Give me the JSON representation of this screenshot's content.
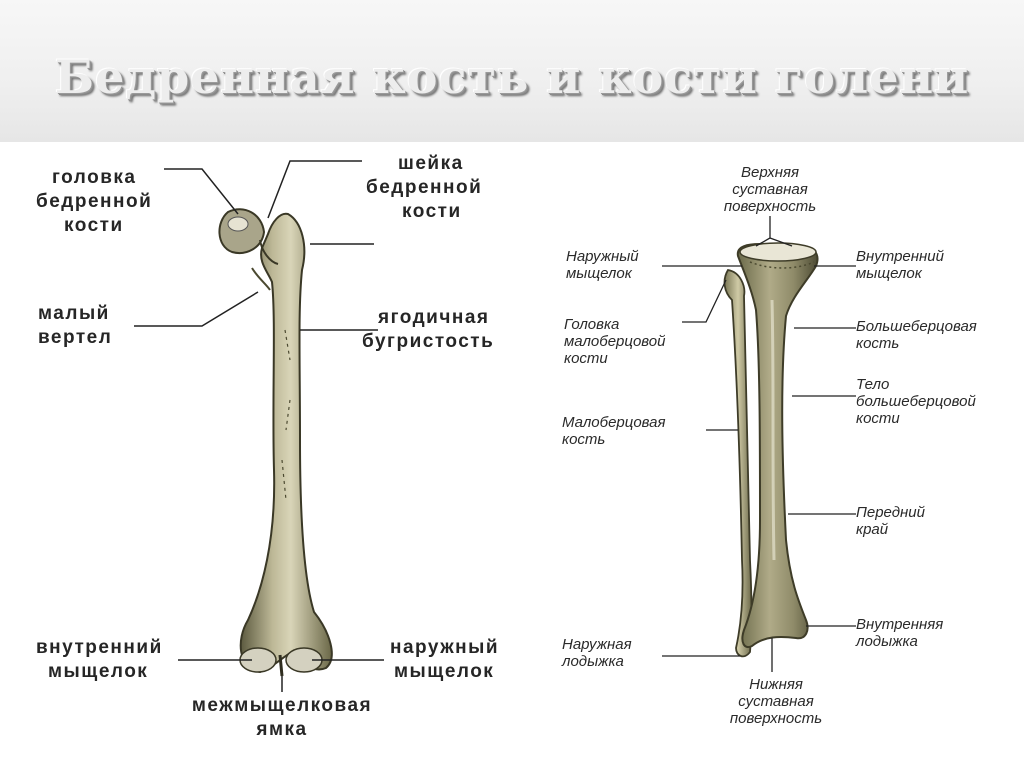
{
  "title": "Бедренная кость и кости голени",
  "femur": {
    "labels": {
      "head_l1": "головка",
      "head_l2": "бедренной",
      "head_l3": "кости",
      "neck_l1": "шейка",
      "neck_l2": "бедренной",
      "neck_l3": "кости",
      "lesser_l1": "малый",
      "lesser_l2": "вертел",
      "gluteal_l1": "ягодичная",
      "gluteal_l2": "бугристость",
      "medial_l1": "внутренний",
      "medial_l2": "мыщелок",
      "lateral_l1": "наружный",
      "lateral_l2": "мыщелок",
      "fossa_l1": "межмыщелковая",
      "fossa_l2": "ямка"
    }
  },
  "tibia": {
    "labels": {
      "upper_l1": "Верхняя",
      "upper_l2": "суставная",
      "upper_l3": "поверхность",
      "lateral_condyle_l1": "Наружный",
      "lateral_condyle_l2": "мыщелок",
      "medial_condyle_l1": "Внутренний",
      "medial_condyle_l2": "мыщелок",
      "fib_head_l1": "Головка",
      "fib_head_l2": "малоберцовой",
      "fib_head_l3": "кости",
      "tibia_l1": "Большеберцовая",
      "tibia_l2": "кость",
      "body_l1": "Тело",
      "body_l2": "большеберцовой",
      "body_l3": "кости",
      "fibula_l1": "Малоберцовая",
      "fibula_l2": "кость",
      "anterior_l1": "Передний",
      "anterior_l2": "край",
      "medial_malleolus_l1": "Внутренняя",
      "medial_malleolus_l2": "лодыжка",
      "lateral_malleolus_l1": "Наружная",
      "lateral_malleolus_l2": "лодыжка",
      "lower_l1": "Нижняя",
      "lower_l2": "суставная",
      "lower_l3": "поверхность"
    }
  }
}
